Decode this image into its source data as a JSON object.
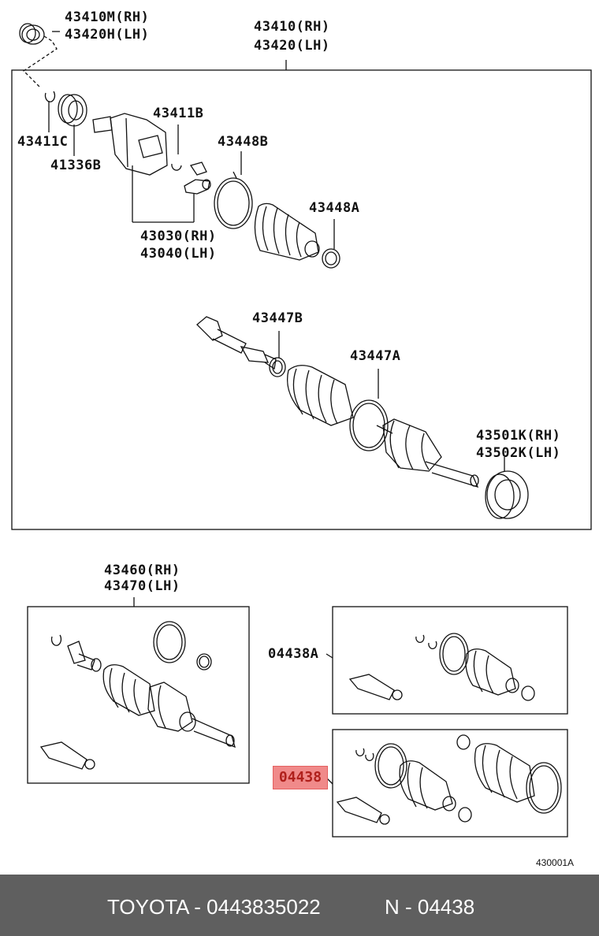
{
  "labels": {
    "l_43410m": "43410M(RH)",
    "l_43420h": "43420H(LH)",
    "l_43410": "43410(RH)",
    "l_43420": "43420(LH)",
    "l_43411c": "43411C",
    "l_41336b": "41336B",
    "l_43411b": "43411B",
    "l_43448b": "43448B",
    "l_43448a": "43448A",
    "l_43030": "43030(RH)",
    "l_43040": "43040(LH)",
    "l_43447b": "43447B",
    "l_43447a": "43447A",
    "l_43501k": "43501K(RH)",
    "l_43502k": "43502K(LH)",
    "l_43460": "43460(RH)",
    "l_43470": "43470(LH)",
    "l_04438a": "04438A",
    "l_04438": "04438",
    "ref_code": "430001A"
  },
  "footer": {
    "brand_part": "TOYOTA - 0443835022",
    "part_ref": "N - 04438"
  },
  "colors": {
    "highlight": "#f08a8a",
    "footer_bg": "#5f5f5f",
    "line": "#111111"
  }
}
